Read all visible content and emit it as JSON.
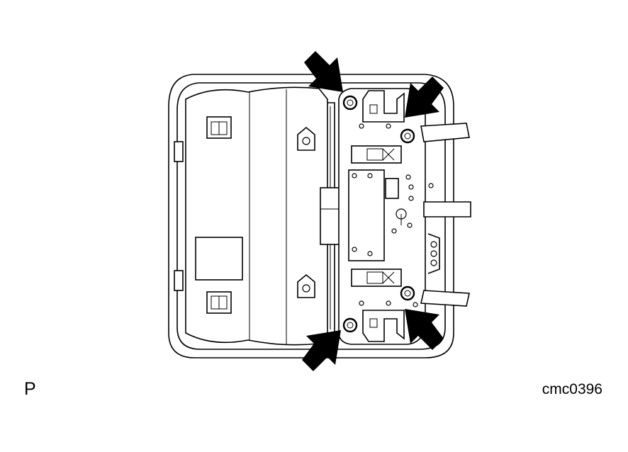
{
  "labels": {
    "view_letter": "P",
    "figure_code": "cmc0396"
  },
  "callouts": {
    "arrow_count": 4,
    "meaning": "bolt locations"
  }
}
